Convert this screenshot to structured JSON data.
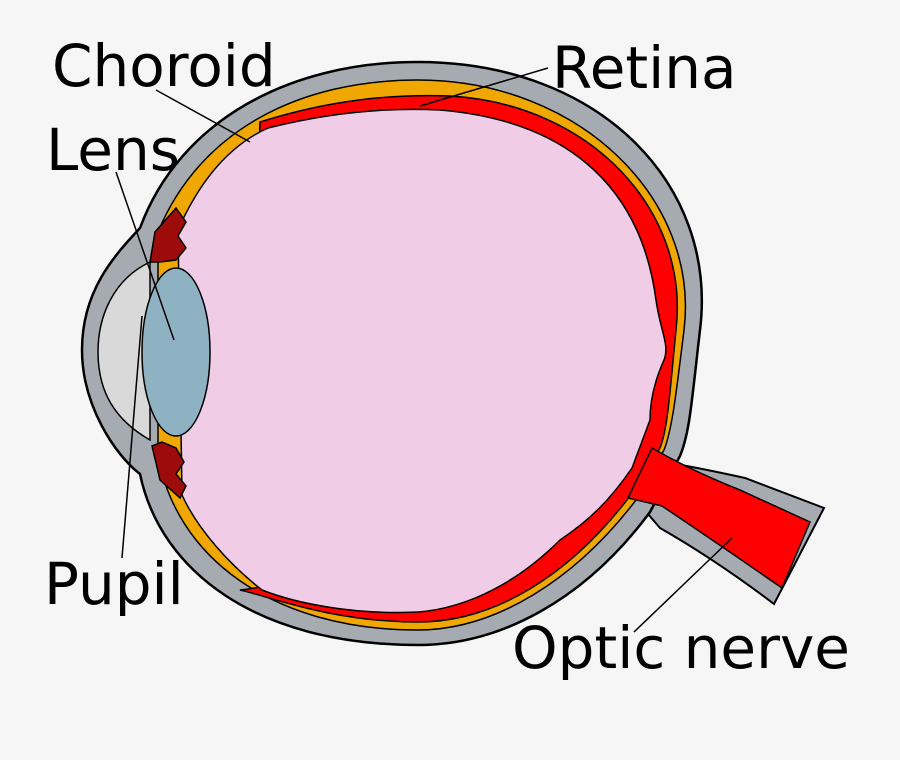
{
  "labels": {
    "choroid": "Choroid",
    "retina": "Retina",
    "lens": "Lens",
    "pupil": "Pupil",
    "optic_nerve": "Optic nerve"
  },
  "colors": {
    "background": "#f6f6f6",
    "sclera": "#a6aab1",
    "choroid": "#f0a800",
    "retina": "#ff0000",
    "vitreous": "#f0cce6",
    "lens": "#8fb2c2",
    "cornea": "#d9d9d9",
    "iris": "#9e0b0b",
    "outline": "#000000"
  }
}
